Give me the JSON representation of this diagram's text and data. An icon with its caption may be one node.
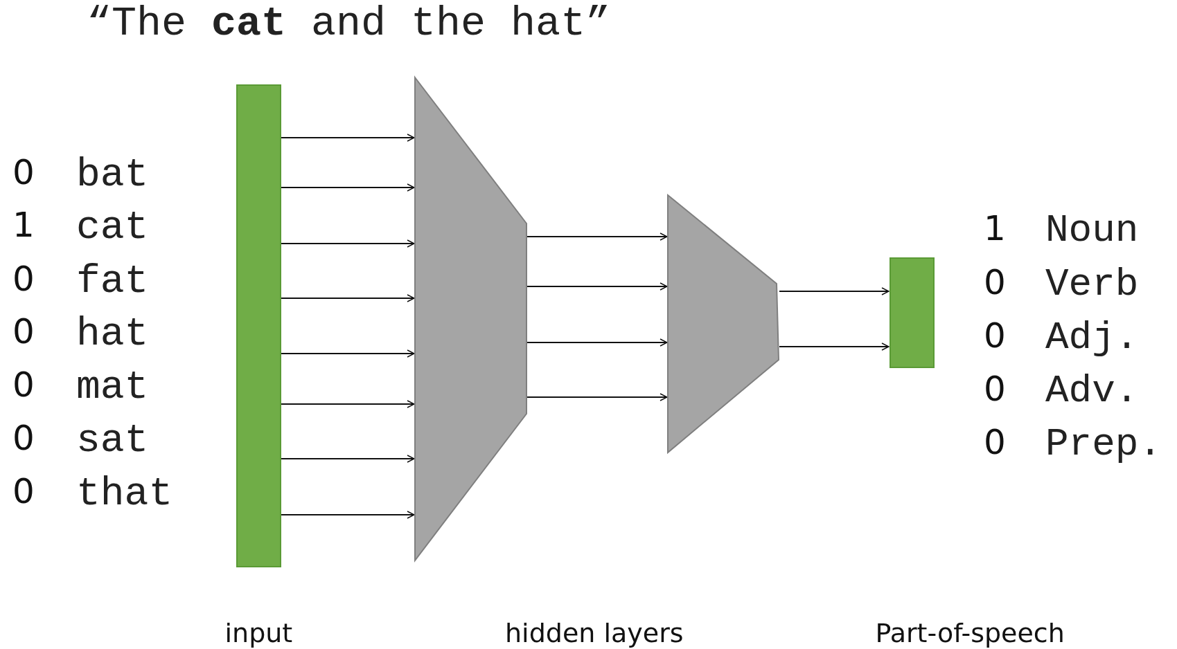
{
  "diagram": {
    "title": "“The **cat** and the hat”",
    "nodes": [
      {
        "text": [],
        "shape": "bar",
        "beside": [
          "input"
        ]
      },
      {
        "text": [],
        "shape": "trapezoid"
      },
      {
        "text": [],
        "shape": "trapezoid"
      },
      {
        "text": [],
        "shape": "bar"
      }
    ],
    "edges": [
      {
        "from": 0,
        "to": 1,
        "arrow": "to"
      },
      {
        "from": 0,
        "to": 1,
        "arrow": "to"
      },
      {
        "from": 0,
        "to": 1,
        "arrow": "to"
      },
      {
        "from": 0,
        "to": 1,
        "arrow": "to"
      },
      {
        "from": 0,
        "to": 1,
        "arrow": "to"
      },
      {
        "from": 0,
        "to": 1,
        "arrow": "to"
      },
      {
        "from": 0,
        "to": 1,
        "arrow": "to"
      },
      {
        "from": 0,
        "to": 1,
        "arrow": "to"
      },
      {
        "from": 1,
        "to": 2,
        "arrow": "to"
      },
      {
        "from": 1,
        "to": 2,
        "arrow": "to"
      },
      {
        "from": 1,
        "to": 2,
        "arrow": "to"
      },
      {
        "from": 1,
        "to": 2,
        "arrow": "to"
      },
      {
        "from": 2,
        "to": 3,
        "arrow": "to"
      },
      {
        "from": 2,
        "to": 3,
        "arrow": "to"
      }
    ],
    "labels": [
      "0",
      "bat",
      "1",
      "cat",
      "0",
      "fat",
      "0",
      "hat",
      "0",
      "mat",
      "0",
      "sat",
      "0",
      "that",
      "1",
      "Noun",
      "0",
      "Verb",
      "0",
      "Adj.",
      "0",
      "Adv.",
      "0",
      "Prep.",
      "hidden layers",
      "Part-of-speech"
    ]
  }
}
